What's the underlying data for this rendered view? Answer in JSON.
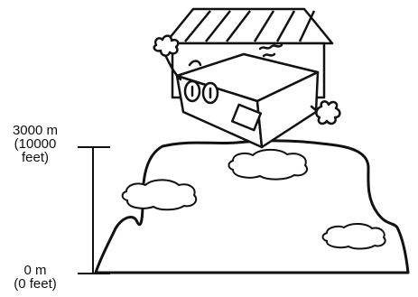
{
  "altitude_scale": {
    "top_value": "3000 m",
    "top_alt_line1": "(10000",
    "top_alt_line2": "feet)",
    "bottom_value": "0 m",
    "bottom_alt": "(0 feet)"
  },
  "colors": {
    "stroke": "#111111",
    "background": "#ffffff"
  },
  "icons": [
    "house-icon",
    "projector-icon",
    "mountain-icon",
    "cloud-icon"
  ]
}
